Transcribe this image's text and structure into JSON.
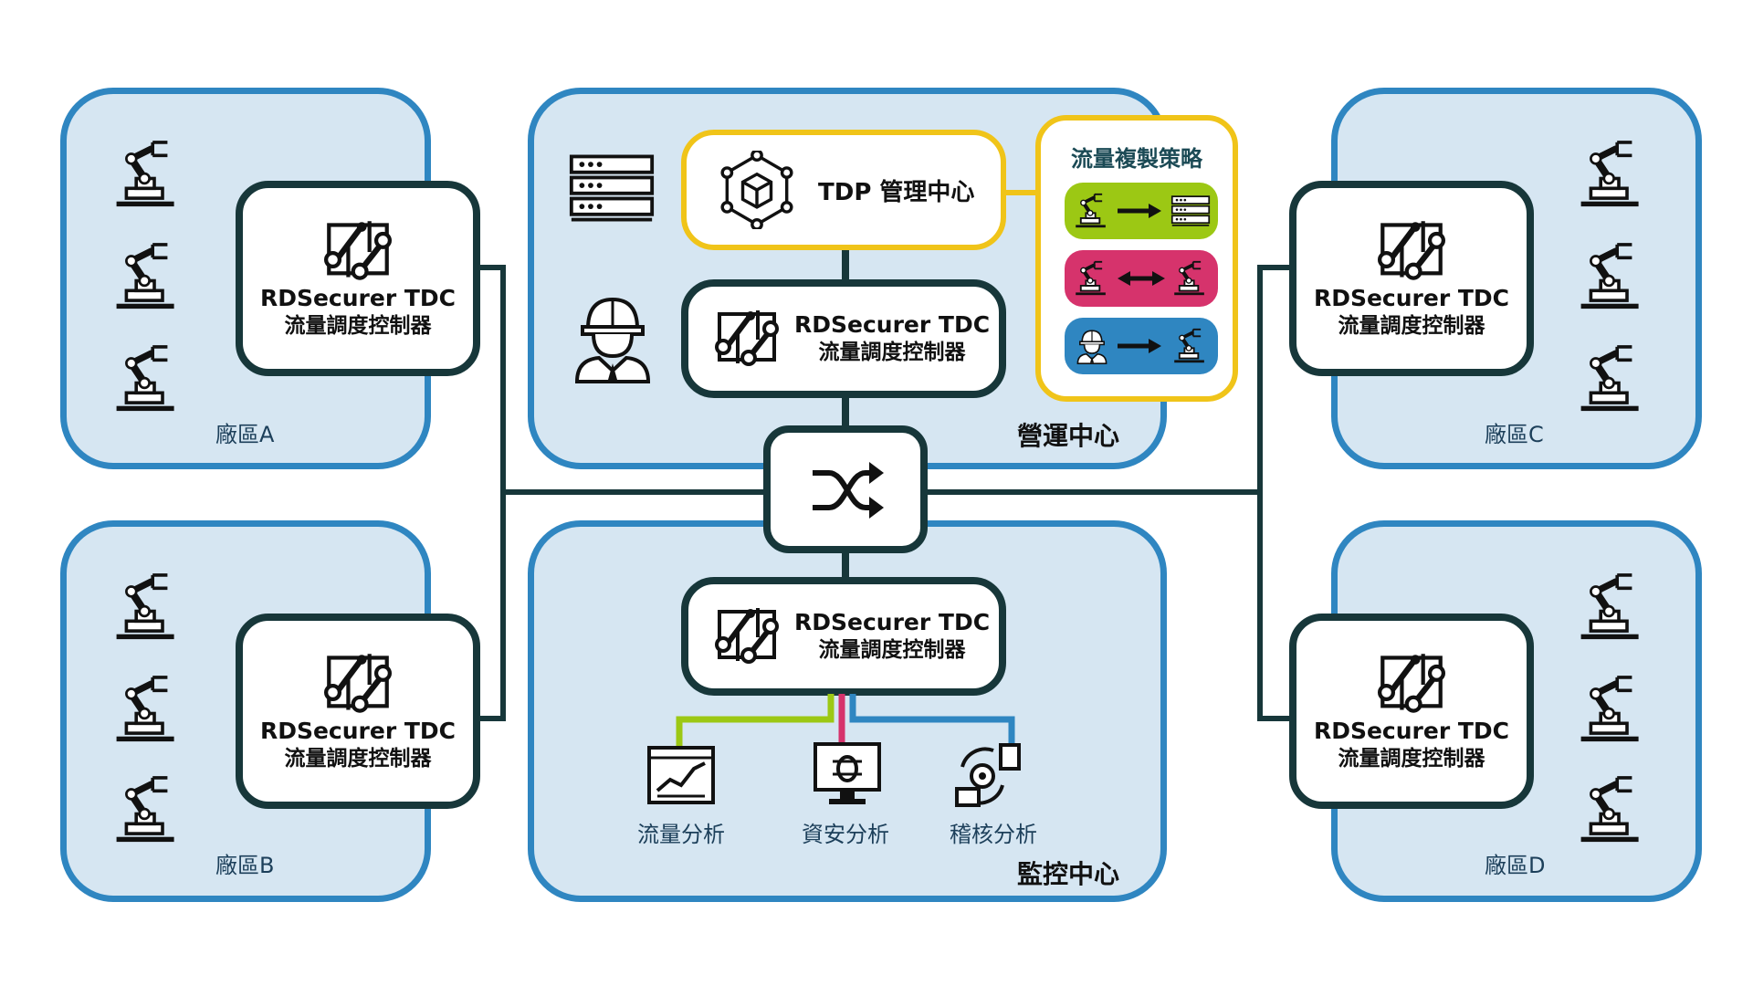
{
  "zones": {
    "a": {
      "label": "廠區A"
    },
    "b": {
      "label": "廠區B"
    },
    "c": {
      "label": "廠區C"
    },
    "d": {
      "label": "廠區D"
    },
    "ops": {
      "label": "營運中心"
    },
    "mon": {
      "label": "監控中心"
    }
  },
  "tdc": {
    "title": "RDSecurer TDC",
    "subtitle": "流量調度控制器"
  },
  "tdp": {
    "label": "TDP 管理中心"
  },
  "policy": {
    "title": "流量複製策略",
    "colors": {
      "green": "#9cc814",
      "pink": "#d6336c",
      "blue": "#2f86c1"
    }
  },
  "analysis": {
    "traffic": "流量分析",
    "security": "資安分析",
    "audit": "稽核分析"
  },
  "colors": {
    "zone_fill": "#d6e6f2",
    "zone_border": "#2f86c1",
    "line": "#17373a",
    "accent_yellow": "#f0c419"
  }
}
